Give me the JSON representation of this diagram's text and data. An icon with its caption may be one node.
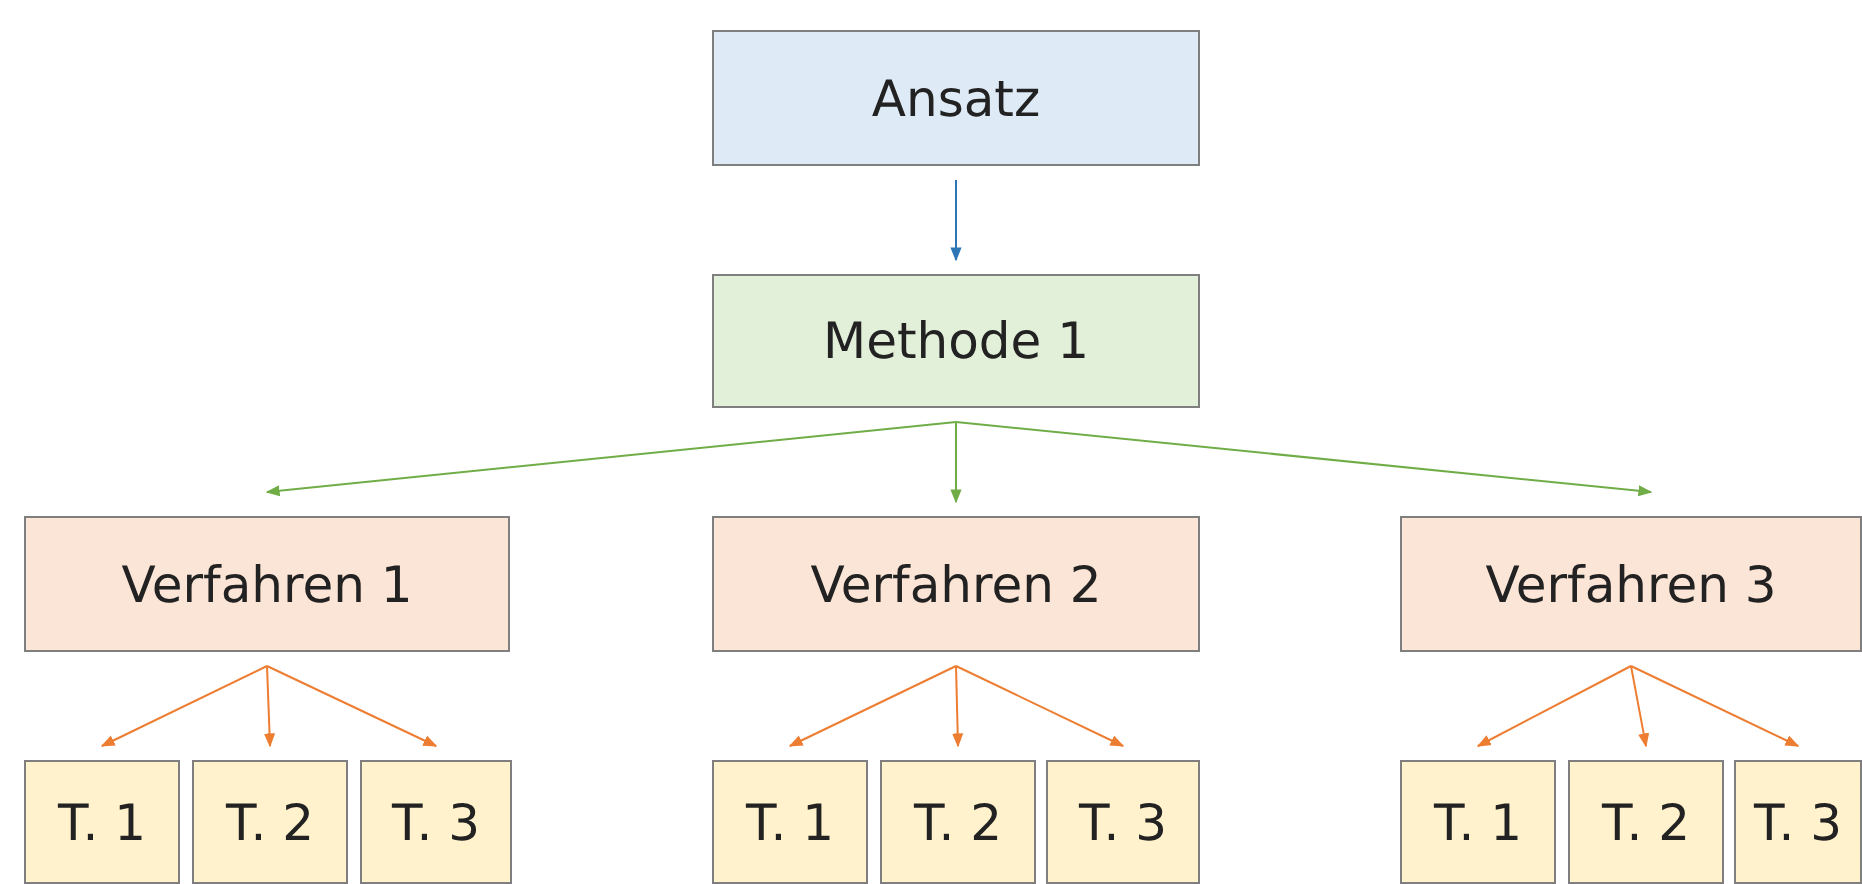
{
  "diagram": {
    "nodes": [
      {
        "text": [
          "Ansatz"
        ]
      },
      {
        "text": [
          "Methode 1"
        ]
      },
      {
        "text": [
          "Verfahren 1"
        ]
      },
      {
        "text": [
          "Verfahren 2"
        ]
      },
      {
        "text": [
          "Verfahren 3"
        ]
      },
      {
        "text": [
          "T. 1"
        ]
      },
      {
        "text": [
          "T. 2"
        ]
      },
      {
        "text": [
          "T. 3"
        ]
      },
      {
        "text": [
          "T. 1"
        ]
      },
      {
        "text": [
          "T. 2"
        ]
      },
      {
        "text": [
          "T. 3"
        ]
      },
      {
        "text": [
          "T. 1"
        ]
      },
      {
        "text": [
          "T. 2"
        ]
      },
      {
        "text": [
          "T. 3"
        ]
      }
    ],
    "edges": [
      {
        "from": 0,
        "to": 1,
        "arrow": "to",
        "color": "#2e75b6"
      },
      {
        "from": 1,
        "to": 2,
        "arrow": "to",
        "color": "#70ad47"
      },
      {
        "from": 1,
        "to": 3,
        "arrow": "to",
        "color": "#70ad47"
      },
      {
        "from": 1,
        "to": 4,
        "arrow": "to",
        "color": "#70ad47"
      },
      {
        "from": 2,
        "to": 5,
        "arrow": "to"
      },
      {
        "from": 2,
        "to": 6,
        "arrow": "to"
      },
      {
        "from": 2,
        "to": 7,
        "arrow": "to"
      },
      {
        "from": 3,
        "to": 8,
        "arrow": "to"
      },
      {
        "from": 3,
        "to": 9,
        "arrow": "to"
      },
      {
        "from": 3,
        "to": 10,
        "arrow": "to"
      },
      {
        "from": 4,
        "to": 11,
        "arrow": "to"
      },
      {
        "from": 4,
        "to": 12,
        "arrow": "to"
      },
      {
        "from": 4,
        "to": 13,
        "arrow": "to"
      }
    ]
  }
}
